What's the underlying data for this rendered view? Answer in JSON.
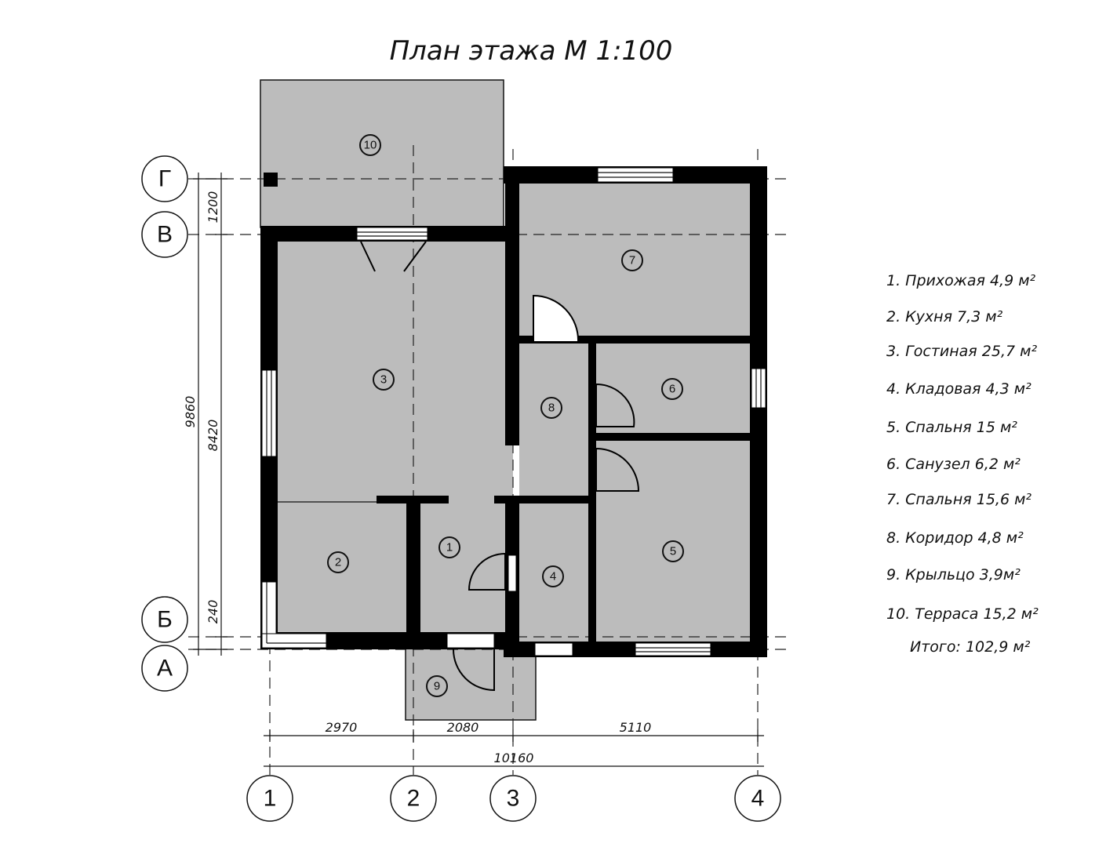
{
  "title": "План этажа М 1:100",
  "axes": {
    "rows": [
      "Г",
      "В",
      "Б",
      "А"
    ],
    "columns": [
      "1",
      "2",
      "3",
      "4"
    ]
  },
  "dimensions": {
    "vertical": [
      "9860",
      "1200",
      "8420",
      "240"
    ],
    "horizontal": [
      "2970",
      "2080",
      "5110",
      "10160"
    ]
  },
  "room_markers": [
    "1",
    "2",
    "3",
    "4",
    "5",
    "6",
    "7",
    "8",
    "9",
    "10"
  ],
  "legend": {
    "items": [
      "1. Прихожая 4,9 м²",
      "2. Кухня 7,3 м²",
      "3. Гостиная 25,7 м²",
      "4. Кладовая 4,3 м²",
      "5. Спальня 15 м²",
      "6. Санузел 6,2 м²",
      "7. Спальня 15,6 м²",
      "8. Коридор 4,8 м²",
      "9. Крыльцо 3,9м²",
      "10. Терраса 15,2 м²"
    ],
    "total": "Итого: 102,9 м²"
  }
}
